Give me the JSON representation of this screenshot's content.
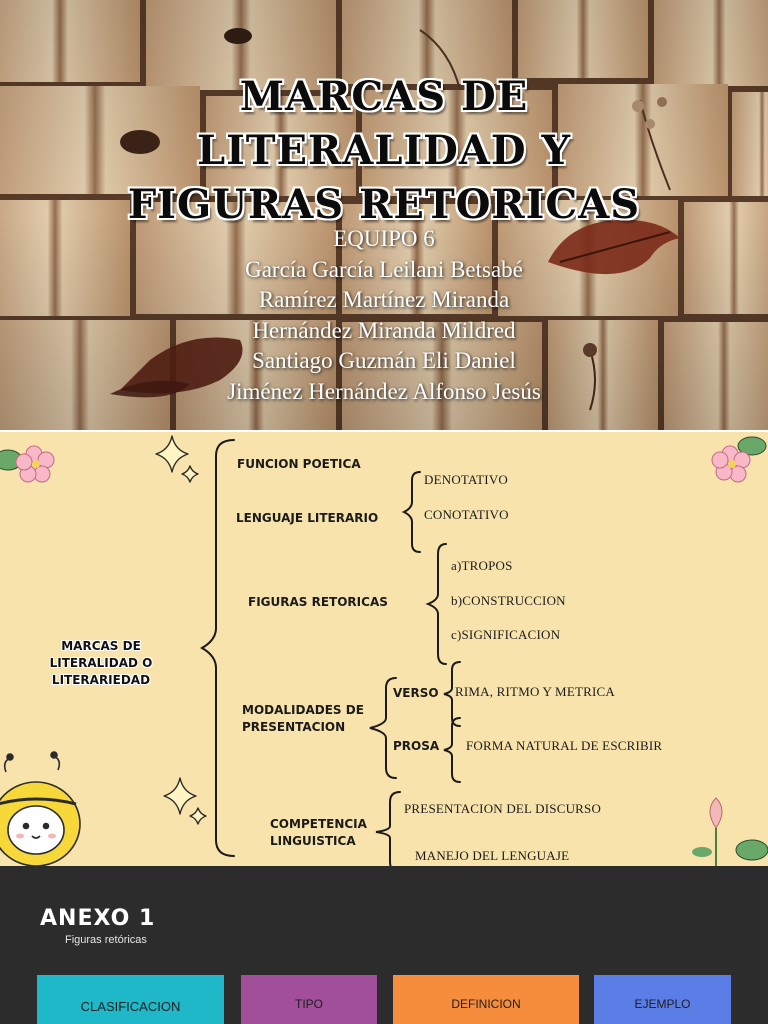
{
  "slide1": {
    "title_lines": [
      "MARCAS DE",
      "LITERALIDAD Y",
      "FIGURAS RETORICAS"
    ],
    "team_label": "EQUIPO 6",
    "members": [
      "García García Leilani Betsabé",
      "Ramírez Martínez Miranda",
      "Hernández Miranda Mildred",
      "Santiago Guzmán Eli Daniel",
      "Jiménez Hernández Alfonso Jesús"
    ]
  },
  "slide2": {
    "main_topic": [
      "MARCAS DE",
      "LITERALIDAD O",
      "LITERARIEDAD"
    ],
    "branches": {
      "funcion_poetica": "FUNCION POETICA",
      "lenguaje_literario": "LENGUAJE LITERARIO",
      "denotativo": "DENOTATIVO",
      "conotativo": "CONOTATIVO",
      "figuras_retoricas": "FIGURAS RETORICAS",
      "tropos": "a)TROPOS",
      "construccion": "b)CONSTRUCCION",
      "significacion": "c)SIGNIFICACION",
      "modalidades": [
        "MODALIDADES DE",
        "PRESENTACION"
      ],
      "verso": "VERSO",
      "rima": "RIMA, RITMO Y METRICA",
      "prosa": "PROSA",
      "forma_natural": "FORMA NATURAL DE ESCRIBIR",
      "competencia": [
        "COMPETENCIA",
        "LINGUISTICA"
      ],
      "presentacion_discurso": "PRESENTACION DEL DISCURSO",
      "manejo_lenguaje": "MANEJO DEL LENGUAJE"
    },
    "colors": {
      "background": "#f7e3ab",
      "brace": "#1b1b1b"
    }
  },
  "slide3": {
    "title": "ANEXO 1",
    "subtitle": "Figuras retóricas",
    "columns": [
      {
        "label": "CLASIFICACION",
        "color": "#1fb8c9"
      },
      {
        "label": "TIPO",
        "color": "#a14f9a"
      },
      {
        "label": "DEFINICION",
        "color": "#f58d3c"
      },
      {
        "label": "EJEMPLO",
        "color": "#5b7ee6"
      }
    ]
  }
}
